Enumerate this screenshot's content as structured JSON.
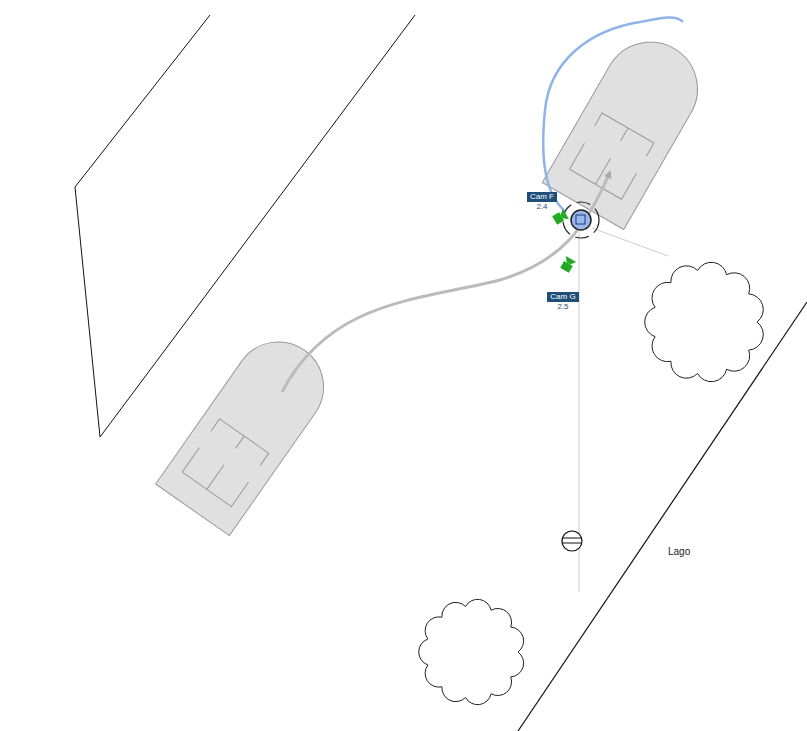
{
  "diagram": {
    "nodes": [
      {
        "text": [
          "Cam F",
          "2.4"
        ]
      },
      {
        "text": [
          "Cam G",
          "2.5"
        ]
      }
    ],
    "labels": [
      "Lago"
    ]
  }
}
